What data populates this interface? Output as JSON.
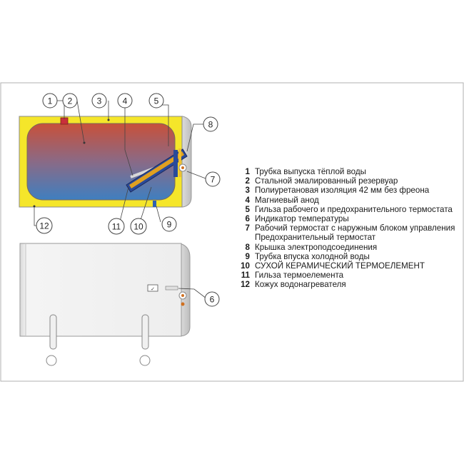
{
  "callouts": {
    "n1": "1",
    "n2": "2",
    "n3": "3",
    "n4": "4",
    "n5": "5",
    "n6": "6",
    "n7": "7",
    "n8": "8",
    "n9": "9",
    "n10": "10",
    "n11": "11",
    "n12": "12"
  },
  "legend": [
    {
      "num": "1",
      "text": "Трубка выпуска тёплой воды"
    },
    {
      "num": "2",
      "text": "Стальной эмалированный резервуар"
    },
    {
      "num": "3",
      "text": "Полиуретановая изоляция 42 мм без фреона"
    },
    {
      "num": "4",
      "text": "Магниевый анод"
    },
    {
      "num": "5",
      "text": "Гильза рабочего и предохранительного термостата"
    },
    {
      "num": "6",
      "text": "Индикатор температуры"
    },
    {
      "num": "7",
      "text": "Рабочий термостат с наружным блоком управления"
    },
    {
      "num": "",
      "text": "Предохранительный термостат"
    },
    {
      "num": "8",
      "text": "Крышка электроподсоединения"
    },
    {
      "num": "9",
      "text": "Трубка впуска холодной воды"
    },
    {
      "num": "10",
      "text": "СУХОЙ КЕРАМИЧЕСКИЙ ТЕРМОЕЛЕМЕНТ"
    },
    {
      "num": "11",
      "text": "Гильза термоелемента"
    },
    {
      "num": "12",
      "text": "Кожух водонагревателя"
    }
  ],
  "colors": {
    "insulation": "#f5e62a",
    "tank_hot": "#c8503a",
    "tank_cold": "#3f7fc0",
    "body": "#ececec",
    "cover": "#cfcfcf",
    "border": "#9a9a9a",
    "frame": "#b0b0b0"
  }
}
